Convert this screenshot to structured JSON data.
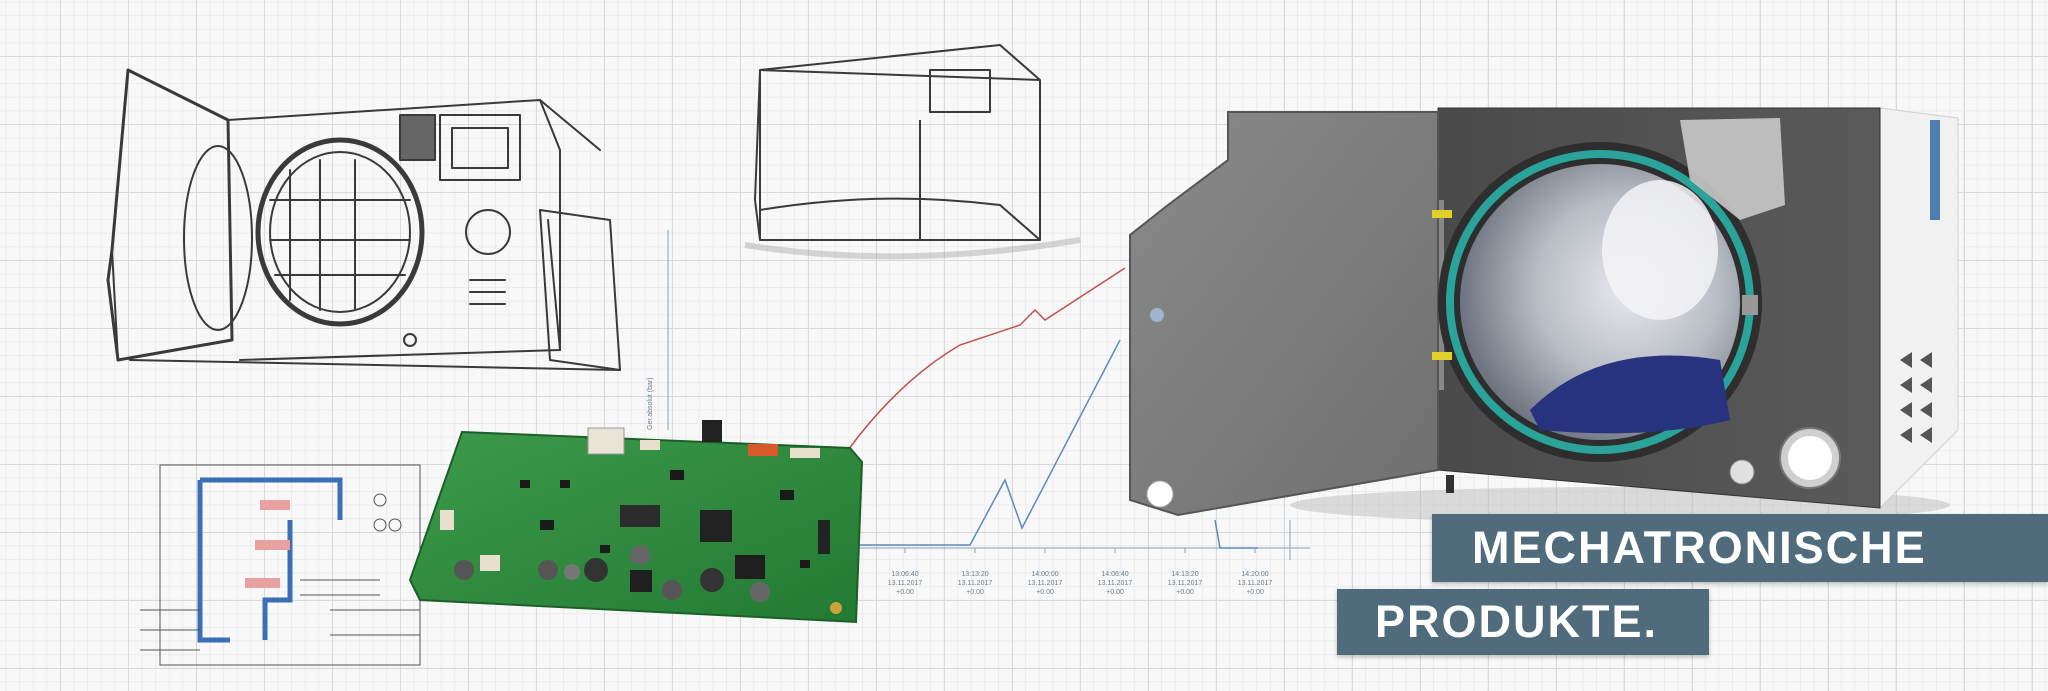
{
  "headline": {
    "line1": "MECHATRONISCHE",
    "line2": "PRODUKTE."
  },
  "graph": {
    "ylabel": "Ger.absolut (bar)",
    "xticks": [
      {
        "time": "13:06:40",
        "date": "13.11.2017",
        "sub": "+0.00"
      },
      {
        "time": "13:13:20",
        "date": "13.11.2017",
        "sub": "+0.00"
      },
      {
        "time": "14:00:00",
        "date": "13.11.2017",
        "sub": "+0.00"
      },
      {
        "time": "14:06:40",
        "date": "13.11.2017",
        "sub": "+0.00"
      },
      {
        "time": "14:13:20",
        "date": "13.11.2017",
        "sub": "+0.00"
      },
      {
        "time": "14:20:00",
        "date": "13.11.2017",
        "sub": "+0.00"
      }
    ]
  },
  "colors": {
    "banner": "#4f6b7c",
    "pcb": "#2f8a3e",
    "seal": "#2aa39a",
    "line_red": "#c0504d",
    "line_blue": "#5a8bbf"
  }
}
